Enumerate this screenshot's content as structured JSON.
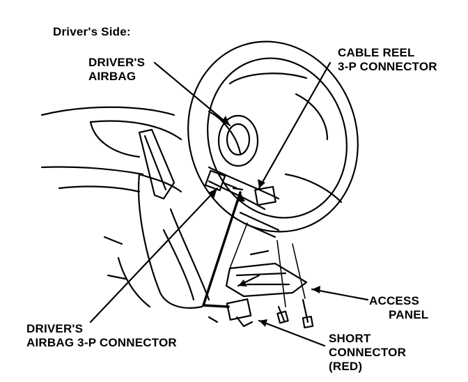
{
  "heading": "Driver's Side:",
  "labels": {
    "drivers_airbag": [
      "DRIVER'S",
      "AIRBAG"
    ],
    "cable_reel": [
      "CABLE REEL",
      "3-P CONNECTOR"
    ],
    "access_panel": [
      "ACCESS",
      "PANEL"
    ],
    "airbag_connector": [
      "DRIVER'S",
      "AIRBAG 3-P CONNECTOR"
    ],
    "short_connector": [
      "SHORT",
      "CONNECTOR",
      "(RED)"
    ]
  },
  "colors": {
    "ink": "#000000",
    "background": "#ffffff"
  }
}
